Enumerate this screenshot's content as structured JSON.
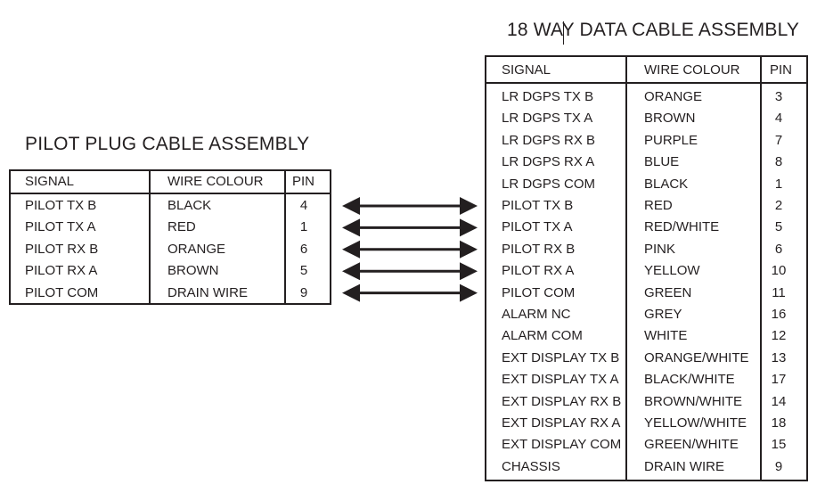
{
  "pilot_plug": {
    "title": "PILOT PLUG CABLE ASSEMBLY",
    "headers": {
      "signal": "SIGNAL",
      "wire_colour": "WIRE COLOUR",
      "pin": "PIN"
    },
    "rows": [
      {
        "signal": "PILOT TX B",
        "wire_colour": "BLACK",
        "pin": "4"
      },
      {
        "signal": "PILOT TX A",
        "wire_colour": "RED",
        "pin": "1"
      },
      {
        "signal": "PILOT RX B",
        "wire_colour": "ORANGE",
        "pin": "6"
      },
      {
        "signal": "PILOT RX A",
        "wire_colour": "BROWN",
        "pin": "5"
      },
      {
        "signal": "PILOT COM",
        "wire_colour": "DRAIN WIRE",
        "pin": "9"
      }
    ]
  },
  "data_cable": {
    "title": "18 WAY DATA CABLE ASSEMBLY",
    "headers": {
      "signal": "SIGNAL",
      "wire_colour": "WIRE COLOUR",
      "pin": "PIN"
    },
    "rows": [
      {
        "signal": "LR DGPS TX B",
        "wire_colour": "ORANGE",
        "pin": "3"
      },
      {
        "signal": "LR DGPS TX A",
        "wire_colour": "BROWN",
        "pin": "4"
      },
      {
        "signal": "LR DGPS RX B",
        "wire_colour": "PURPLE",
        "pin": "7"
      },
      {
        "signal": "LR DGPS RX A",
        "wire_colour": "BLUE",
        "pin": "8"
      },
      {
        "signal": "LR DGPS COM",
        "wire_colour": "BLACK",
        "pin": "1"
      },
      {
        "signal": "PILOT TX B",
        "wire_colour": "RED",
        "pin": "2"
      },
      {
        "signal": "PILOT TX A",
        "wire_colour": "RED/WHITE",
        "pin": "5"
      },
      {
        "signal": "PILOT RX B",
        "wire_colour": "PINK",
        "pin": "6"
      },
      {
        "signal": "PILOT RX A",
        "wire_colour": "YELLOW",
        "pin": "10"
      },
      {
        "signal": "PILOT COM",
        "wire_colour": "GREEN",
        "pin": "11"
      },
      {
        "signal": "ALARM NC",
        "wire_colour": "GREY",
        "pin": "16"
      },
      {
        "signal": "ALARM COM",
        "wire_colour": "WHITE",
        "pin": "12"
      },
      {
        "signal": "EXT DISPLAY TX B",
        "wire_colour": "ORANGE/WHITE",
        "pin": "13"
      },
      {
        "signal": "EXT DISPLAY TX A",
        "wire_colour": "BLACK/WHITE",
        "pin": "17"
      },
      {
        "signal": "EXT DISPLAY RX B",
        "wire_colour": "BROWN/WHITE",
        "pin": "14"
      },
      {
        "signal": "EXT DISPLAY RX A",
        "wire_colour": "YELLOW/WHITE",
        "pin": "18"
      },
      {
        "signal": "EXT DISPLAY COM",
        "wire_colour": "GREEN/WHITE",
        "pin": "15"
      },
      {
        "signal": "CHASSIS",
        "wire_colour": "DRAIN WIRE",
        "pin": "9"
      }
    ]
  },
  "connections": {
    "count": 5,
    "style": "double-headed-arrow",
    "pairs": [
      [
        "PILOT TX B",
        "PILOT TX B"
      ],
      [
        "PILOT TX A",
        "PILOT TX A"
      ],
      [
        "PILOT RX B",
        "PILOT RX B"
      ],
      [
        "PILOT RX A",
        "PILOT RX A"
      ],
      [
        "PILOT COM",
        "PILOT COM"
      ]
    ]
  },
  "colors": {
    "ink": "#231f20",
    "background": "#ffffff"
  }
}
